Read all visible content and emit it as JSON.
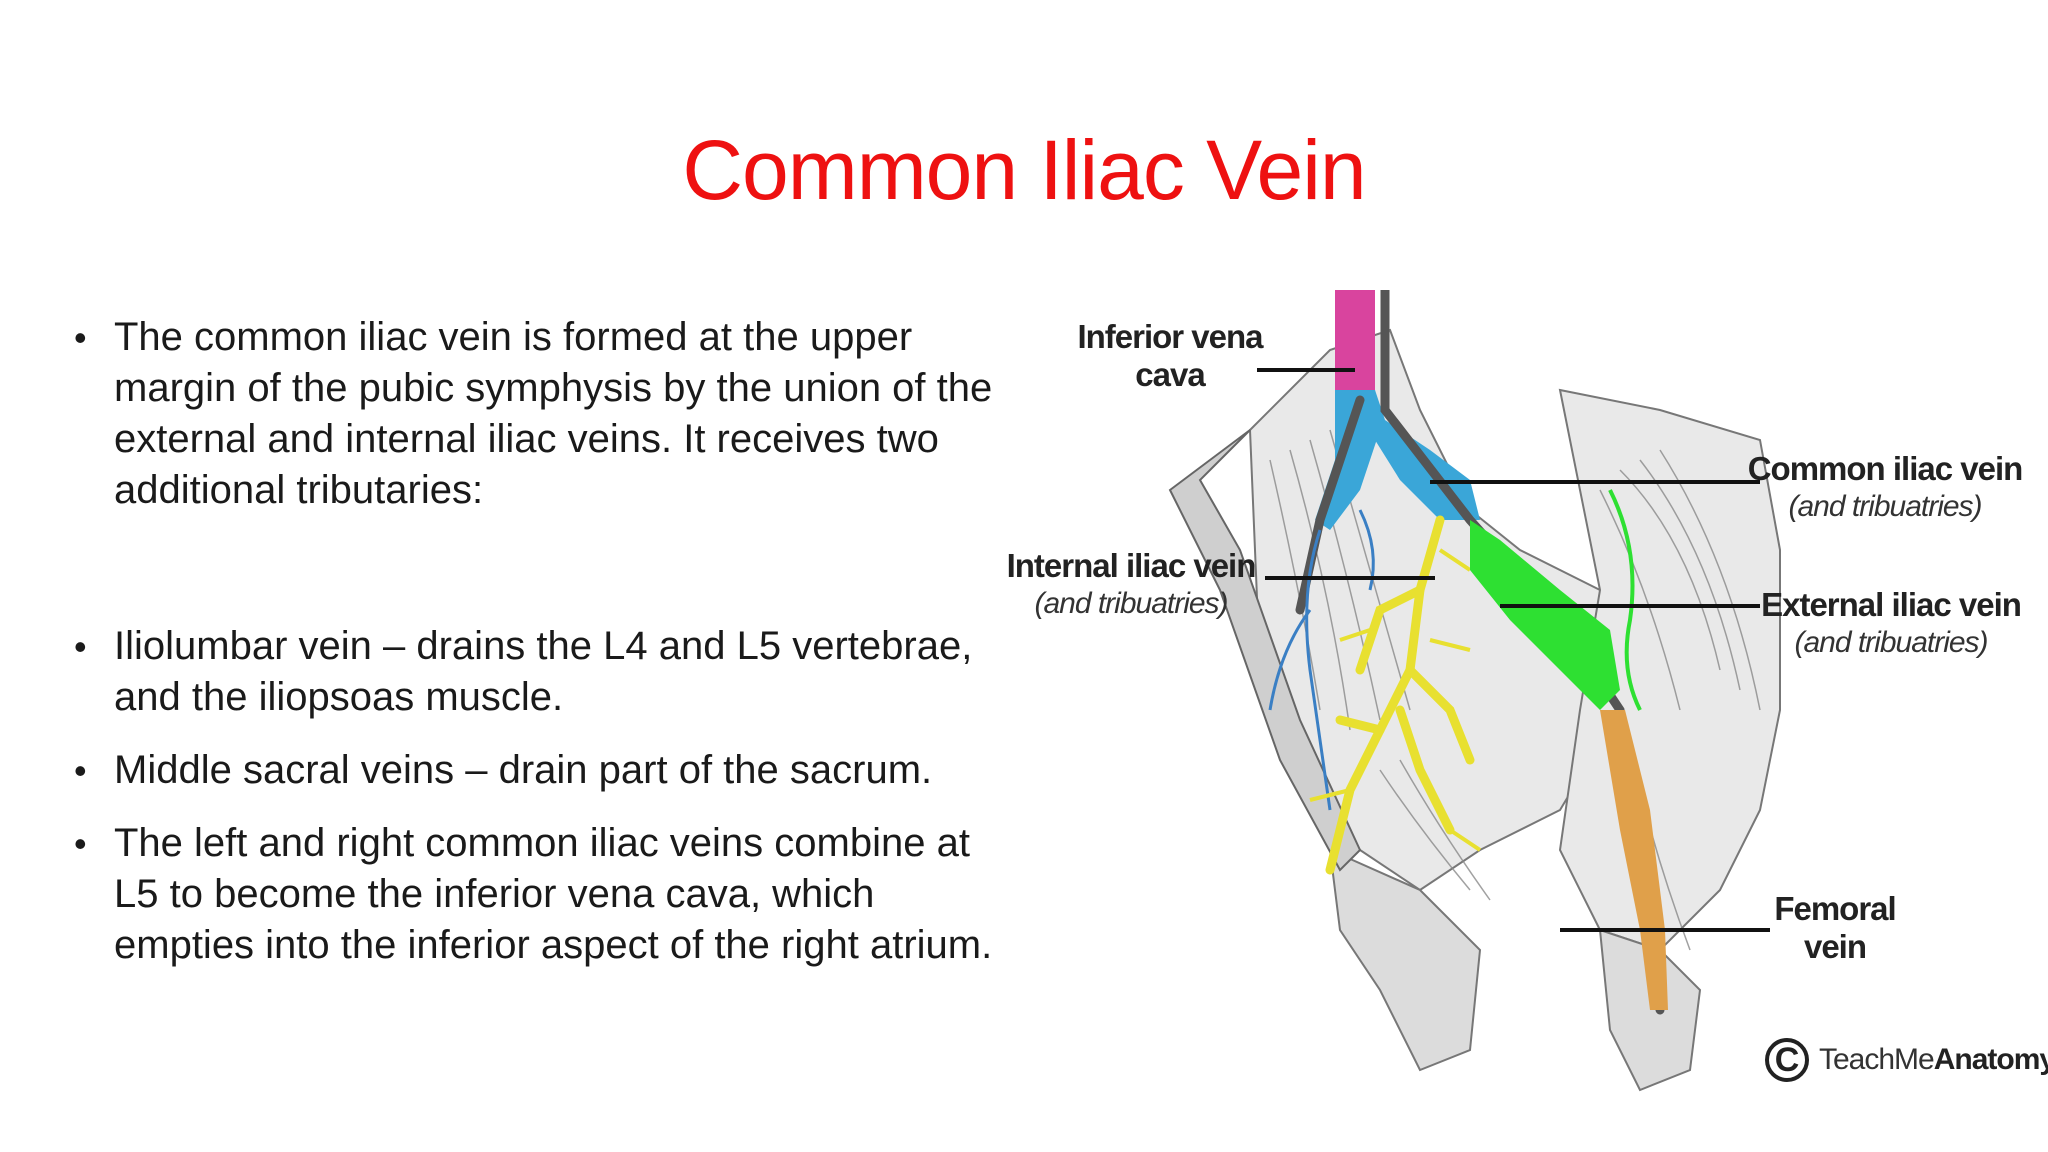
{
  "slide": {
    "title": "Common Iliac Vein",
    "bullets": [
      "The common iliac vein is formed at the upper margin of the pubic symphysis by the union of the external and internal iliac veins. It receives two additional tributaries:",
      "Iliolumbar vein – drains the L4 and L5 vertebrae, and the iliopsoas muscle.",
      "Middle sacral veins – drain part of the sacrum.",
      "The left and right common iliac veins combine at L5 to become the inferior vena cava, which empties into the inferior aspect of the right atrium."
    ]
  },
  "figure": {
    "labels": {
      "ivc_line1": "Inferior vena",
      "ivc_line2": "cava",
      "common": "Common iliac vein",
      "common_sub": "(and tribuatries)",
      "internal": "Internal iliac vein",
      "internal_sub": "(and tribuatries)",
      "external": "External iliac vein",
      "external_sub": "(and tribuatries)",
      "femoral_line1": "Femoral",
      "femoral_line2": "vein"
    },
    "watermark": {
      "symbol": "C",
      "text_light": "TeachMe",
      "text_bold": "Anatomy"
    },
    "colors": {
      "ivc": "#d9449e",
      "common_iliac": "#3aa6d8",
      "internal_iliac": "#e8e030",
      "external_iliac": "#2ee032",
      "femoral": "#e0a04a",
      "title": "#ee1111"
    }
  }
}
